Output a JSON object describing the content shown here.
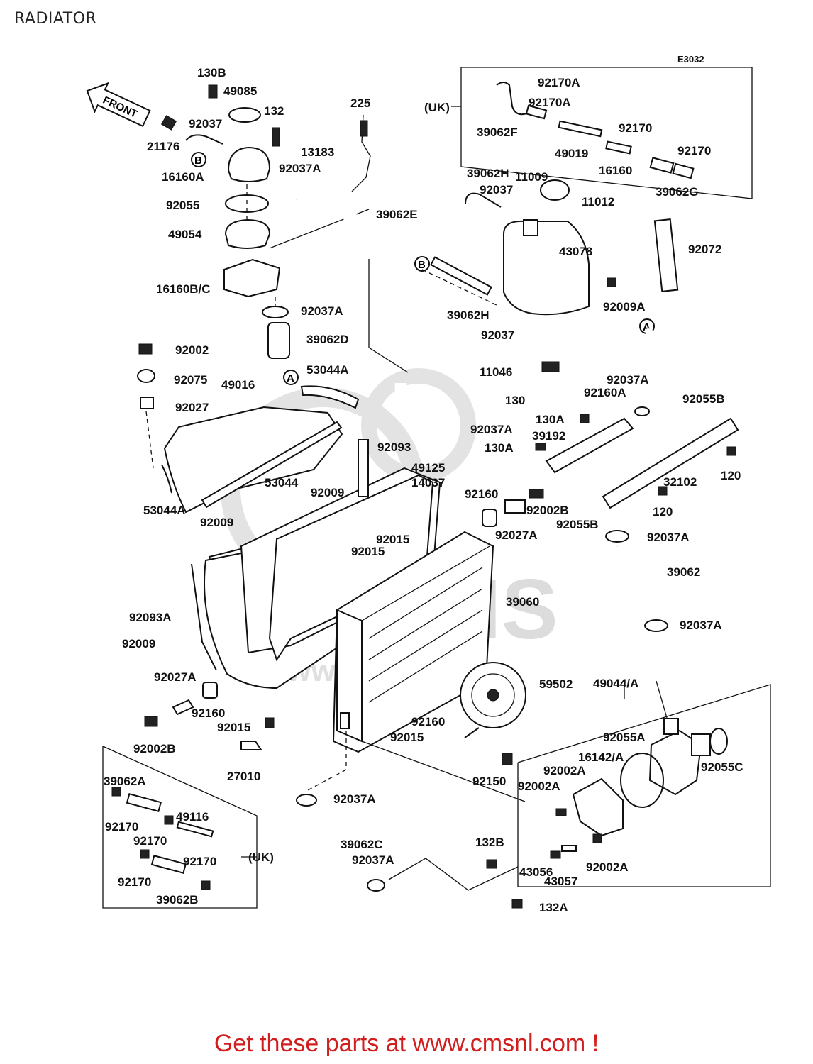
{
  "title": "RADIATOR",
  "diagram_code": "E3032",
  "front_arrow_text": "FRONT",
  "uk_label": "(UK)",
  "callouts": {
    "A": "A",
    "B": "B"
  },
  "labels": {
    "l130b": "130B",
    "l49085": "49085",
    "l132": "132",
    "l92037_top": "92037",
    "l21176": "21176",
    "l16160a": "16160A",
    "l92037a_top": "92037A",
    "l92055": "92055",
    "l49054": "49054",
    "l16160bc": "16160B/C",
    "l92037a_2": "92037A",
    "l39062d": "39062D",
    "l225": "225",
    "l13183": "13183",
    "l39062e": "39062E",
    "uk_92170a_1": "92170A",
    "uk_92170a_2": "92170A",
    "uk_39062f": "39062F",
    "uk_49019": "49019",
    "uk_92170_1": "92170",
    "uk_16160": "16160",
    "uk_92170_2": "92170",
    "uk_39062g": "39062G",
    "l39062h_1": "39062H",
    "l92037_mid": "92037",
    "l11009": "11009",
    "l11012": "11012",
    "l43078": "43078",
    "l92072": "92072",
    "l39062h_2": "39062H",
    "l92037_mid2": "92037",
    "l92009a": "92009A",
    "l92002": "92002",
    "l92075": "92075",
    "l92027": "92027",
    "l49016": "49016",
    "l53044a": "53044A",
    "l53044": "53044",
    "l53044a_2": "53044A",
    "l92009": "92009",
    "l92093": "92093",
    "l49125": "49125",
    "l14037": "14037",
    "l92009_2": "92009",
    "l92037a_3": "92037A",
    "l11046": "11046",
    "l130": "130",
    "l92160a": "92160A",
    "l92037a_4": "92037A",
    "l92055b": "92055B",
    "l130a": "130A",
    "l39192": "39192",
    "l130a_2": "130A",
    "l120": "120",
    "l32102": "32102",
    "l120_2": "120",
    "l92160": "92160",
    "l92002b": "92002B",
    "l92027a": "92027A",
    "l92055b_2": "92055B",
    "l92015": "92015",
    "l92015_2": "92015",
    "l92037a_5": "92037A",
    "l39062": "39062",
    "l39060": "39060",
    "l92037a_6": "92037A",
    "l92093a": "92093A",
    "l92009_3": "92009",
    "l59502": "59502",
    "l49044a": "49044/A",
    "l92027a_2": "92027A",
    "l92160_2": "92160",
    "l92015_3": "92015",
    "l92002b_2": "92002B",
    "l92160_3": "92160",
    "l92015_4": "92015",
    "l27010": "27010",
    "l92055a": "92055A",
    "l16142a": "16142/A",
    "l92055c": "92055C",
    "l92150": "92150",
    "l92002a": "92002A",
    "l92002a_2": "92002A",
    "l92037a_7": "92037A",
    "l132b": "132B",
    "l39062c": "39062C",
    "l92037a_8": "92037A",
    "l43056": "43056",
    "l43057": "43057",
    "l92002a_3": "92002A",
    "l132a": "132A",
    "ukb_39062a": "39062A",
    "ukb_49116": "49116",
    "ukb_92170_1": "92170",
    "ukb_92170_2": "92170",
    "ukb_92170_3": "92170",
    "ukb_92170_4": "92170",
    "ukb_39062b": "39062B"
  },
  "watermark": {
    "brand": "CMS",
    "url": "www.cmsnl.com"
  },
  "footer_cta": "Get these parts at www.cmsnl.com !",
  "colors": {
    "line": "#111111",
    "cta": "#d11f1f",
    "watermark": "#d9d9d9"
  }
}
